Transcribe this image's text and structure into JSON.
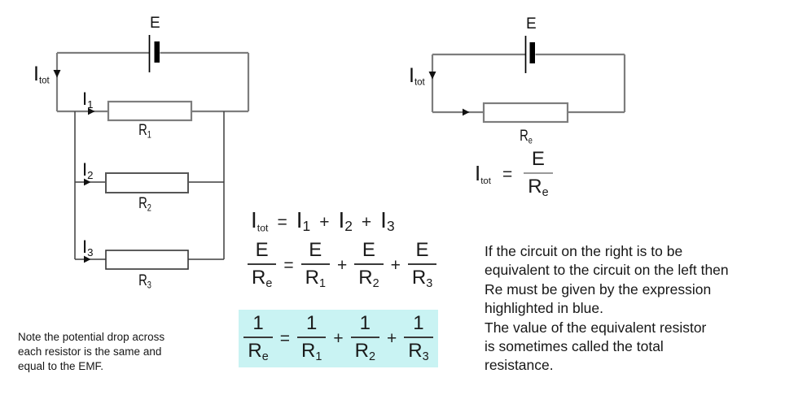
{
  "colors": {
    "background": "#ffffff",
    "wire_gray": "#7d7d7d",
    "wire_dark": "#3f3f3f",
    "ink": "#1a1a1a",
    "highlight": "#c9f3f3",
    "fraction_bar": "#3a3a3a",
    "fraction_bar_gray": "#999999"
  },
  "left_circuit": {
    "battery_label": "E",
    "total_current": {
      "base": "I",
      "sub": "tot"
    },
    "branch1": {
      "current": {
        "base": "I",
        "sub": "1"
      },
      "resistor": {
        "base": "R",
        "sub": "1"
      }
    },
    "branch2": {
      "current": {
        "base": "I",
        "sub": "2"
      },
      "resistor": {
        "base": "R",
        "sub": "2"
      }
    },
    "branch3": {
      "current": {
        "base": "I",
        "sub": "3"
      },
      "resistor": {
        "base": "R",
        "sub": "3"
      }
    }
  },
  "right_circuit": {
    "battery_label": "E",
    "total_current": {
      "base": "I",
      "sub": "tot"
    },
    "resistor": {
      "base": "R",
      "sub": "e"
    },
    "equation": {
      "lhs": {
        "base": "I",
        "sub": "tot"
      },
      "equals": "=",
      "rhs": {
        "num": "E",
        "den": {
          "base": "R",
          "sub": "e"
        }
      }
    }
  },
  "equations": {
    "current_sum": {
      "lhs": {
        "base": "I",
        "sub": "tot"
      },
      "equals": "=",
      "plus": "+",
      "terms": [
        {
          "base": "I",
          "sub": "1"
        },
        {
          "base": "I",
          "sub": "2"
        },
        {
          "base": "I",
          "sub": "3"
        }
      ]
    },
    "voltage_sum": {
      "lhs": {
        "num": "E",
        "den": {
          "base": "R",
          "sub": "e"
        }
      },
      "equals": "=",
      "plus": "+",
      "terms": [
        {
          "num": "E",
          "den": {
            "base": "R",
            "sub": "1"
          }
        },
        {
          "num": "E",
          "den": {
            "base": "R",
            "sub": "2"
          }
        },
        {
          "num": "E",
          "den": {
            "base": "R",
            "sub": "3"
          }
        }
      ]
    },
    "reciprocal_sum": {
      "lhs": {
        "num": "1",
        "den": {
          "base": "R",
          "sub": "e"
        }
      },
      "equals": "=",
      "plus": "+",
      "terms": [
        {
          "num": "1",
          "den": {
            "base": "R",
            "sub": "1"
          }
        },
        {
          "num": "1",
          "den": {
            "base": "R",
            "sub": "2"
          }
        },
        {
          "num": "1",
          "den": {
            "base": "R",
            "sub": "3"
          }
        }
      ]
    }
  },
  "notes": {
    "left": [
      "Note the potential drop across",
      "each resistor is the same and",
      "equal to the EMF."
    ],
    "right": [
      "If the circuit on the right is to be",
      "equivalent to the circuit on the left then",
      "Re must be given by the expression",
      "highlighted in blue.",
      "The value of the equivalent resistor",
      "is sometimes called the total",
      "resistance."
    ]
  }
}
